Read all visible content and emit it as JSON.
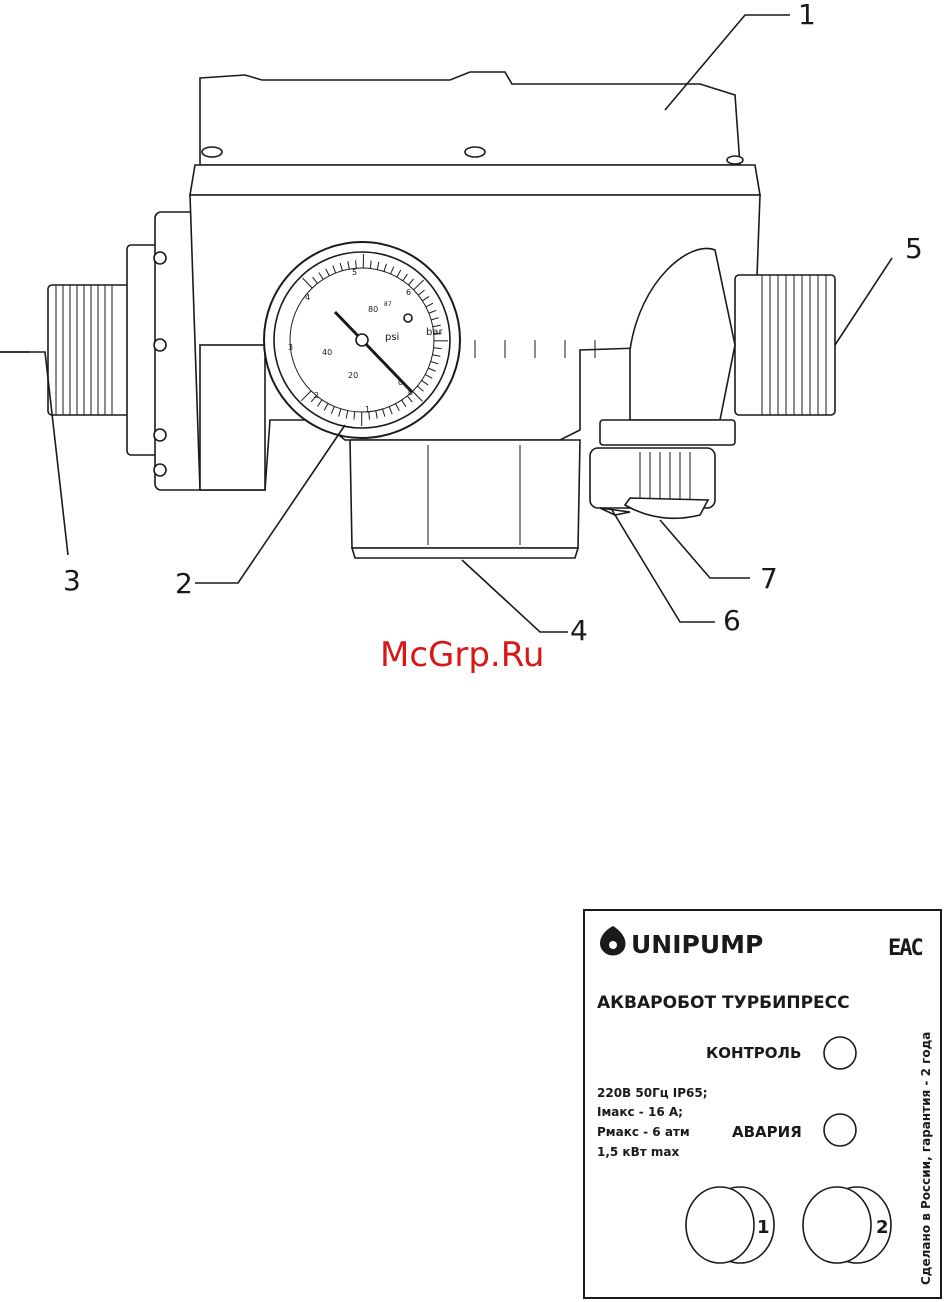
{
  "callouts": {
    "c1": "1",
    "c2": "2",
    "c3": "3",
    "c4": "4",
    "c5": "5",
    "c6": "6",
    "c7": "7"
  },
  "gauge": {
    "unit_psi": "psi",
    "unit_bar": "bar",
    "bar_ticks": [
      "0",
      "1",
      "2",
      "3",
      "4",
      "5",
      "6"
    ],
    "psi_ticks": [
      "0",
      "20",
      "40",
      "80",
      "87"
    ]
  },
  "watermark": "McGrp.Ru",
  "panel": {
    "brand": "UNIPUMP",
    "cert_mark": "EAC",
    "product_name": "АКВАРОБОТ ТУРБИПРЕСС",
    "indicator_control": "КОНТРОЛЬ",
    "indicator_alarm": "АВАРИЯ",
    "specs": [
      "220В 50Гц IP65;",
      "Iмакс - 16 А;",
      "Рмакс - 6 атм",
      "1,5 кВт max"
    ],
    "vertical_text": "Сделано в России, гарантия - 2 года",
    "button_1": "1",
    "button_2": "2"
  },
  "colors": {
    "watermark": "#d81818",
    "ink": "#1a1a1a"
  }
}
